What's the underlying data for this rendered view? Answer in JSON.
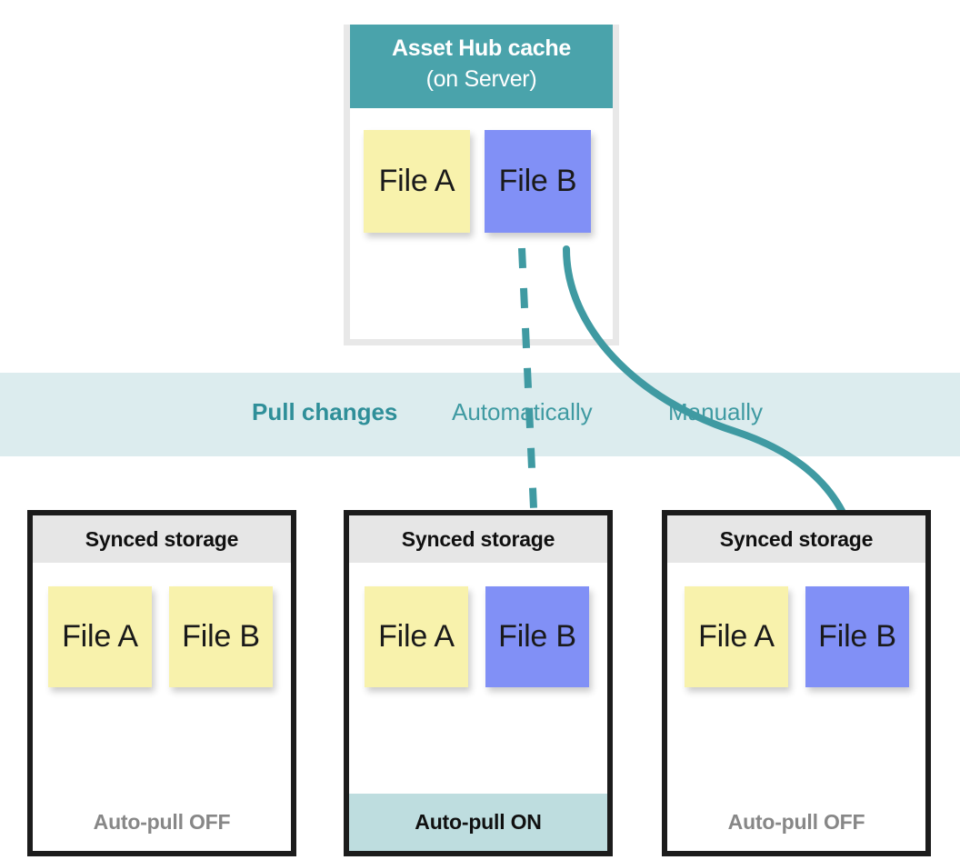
{
  "colors": {
    "teal_header": "#4aa3ab",
    "teal_band": "#dcecee",
    "teal_text": "#3f9aa2",
    "teal_arrow": "#3f9aa2",
    "note_yellow": "#f8f2ac",
    "note_blue": "#8190f6",
    "panel_border": "#1c1c1c",
    "panel_header_gray": "#e6e6e6",
    "footer_off_text": "#878787",
    "footer_on_bg": "#bedddf"
  },
  "cache": {
    "title_line1": "Asset Hub cache",
    "title_line2": "(on Server)",
    "notes": [
      {
        "label": "File A",
        "color": "yellow"
      },
      {
        "label": "File B",
        "color": "blue"
      }
    ]
  },
  "band": {
    "title": "Pull changes",
    "automatic_label": "Automatically",
    "manual_label": "Manually"
  },
  "panels": [
    {
      "header": "Synced storage",
      "footer": "Auto-pull OFF",
      "auto_pull": "OFF",
      "notes": [
        {
          "label": "File A",
          "color": "yellow"
        },
        {
          "label": "File B",
          "color": "yellow"
        }
      ]
    },
    {
      "header": "Synced storage",
      "footer": "Auto-pull ON",
      "auto_pull": "ON",
      "notes": [
        {
          "label": "File A",
          "color": "yellow"
        },
        {
          "label": "File B",
          "color": "blue"
        }
      ]
    },
    {
      "header": "Synced storage",
      "footer": "Auto-pull OFF",
      "auto_pull": "OFF",
      "notes": [
        {
          "label": "File A",
          "color": "yellow"
        },
        {
          "label": "File B",
          "color": "blue"
        }
      ]
    }
  ],
  "arrows": [
    {
      "name": "automatic-pull-arrow",
      "style": "dashed",
      "from": "cache-file-b",
      "to": "panel-middle-file-b"
    },
    {
      "name": "manual-pull-arrow",
      "style": "solid-curved",
      "from": "cache-file-b",
      "to": "panel-right-file-b"
    }
  ]
}
